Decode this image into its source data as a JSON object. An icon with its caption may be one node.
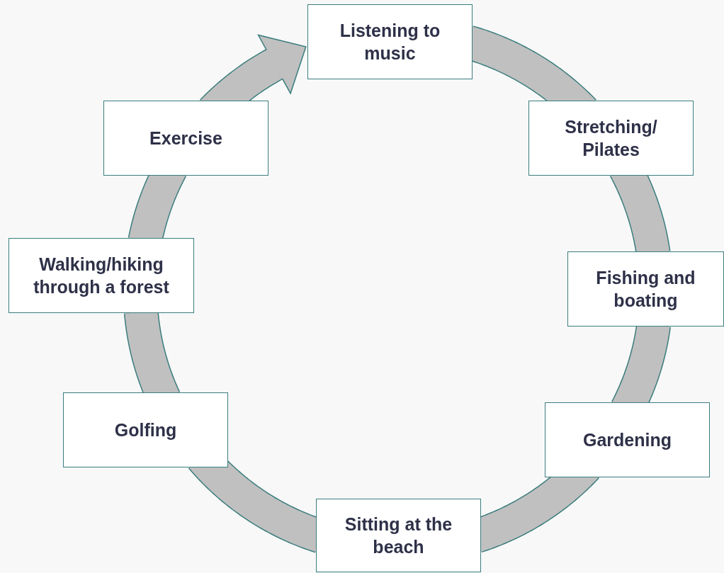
{
  "diagram": {
    "nodes": [
      {
        "text": [
          "Listening to music"
        ]
      },
      {
        "text": [
          "Stretching/ Pilates"
        ]
      },
      {
        "text": [
          "Fishing and boating"
        ]
      },
      {
        "text": [
          "Gardening"
        ]
      },
      {
        "text": [
          "Sitting at the beach"
        ]
      },
      {
        "text": [
          "Golfing"
        ]
      },
      {
        "text": [
          "Walking/hiking through a forest"
        ]
      },
      {
        "text": [
          "Exercise"
        ]
      }
    ],
    "edges": [
      {
        "from": 0,
        "to": 1,
        "arrow": "none"
      },
      {
        "from": 1,
        "to": 2,
        "arrow": "none"
      },
      {
        "from": 2,
        "to": 3,
        "arrow": "none"
      },
      {
        "from": 3,
        "to": 4,
        "arrow": "none"
      },
      {
        "from": 4,
        "to": 5,
        "arrow": "none"
      },
      {
        "from": 5,
        "to": 6,
        "arrow": "none"
      },
      {
        "from": 6,
        "to": 7,
        "arrow": "none"
      },
      {
        "from": 7,
        "to": 0,
        "arrow": "to"
      }
    ]
  }
}
